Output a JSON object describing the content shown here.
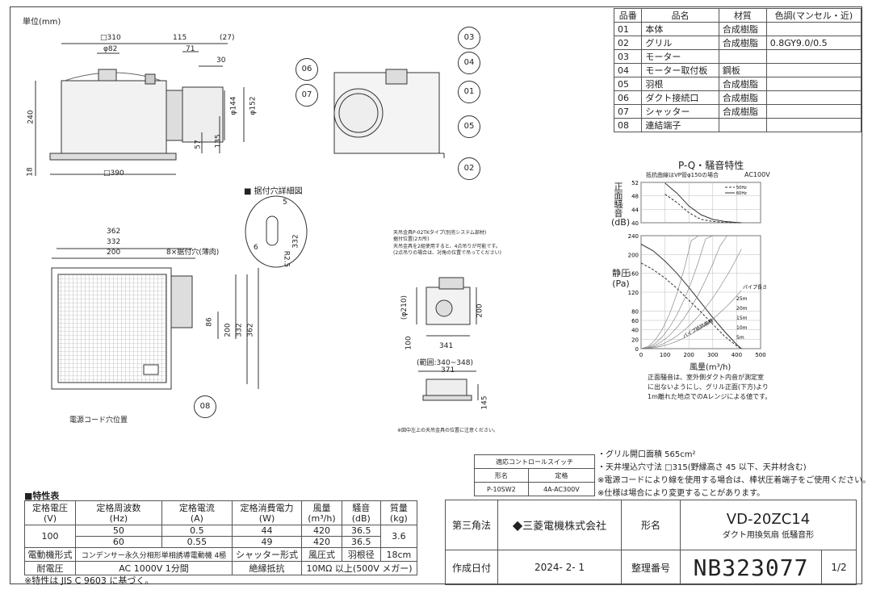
{
  "unit_label": "単位(mm)",
  "parts_table": {
    "headers": [
      "品番",
      "品名",
      "材質",
      "色調(マンセル・近)"
    ],
    "rows": [
      [
        "01",
        "本体",
        "合成樹脂",
        ""
      ],
      [
        "02",
        "グリル",
        "合成樹脂",
        "0.8GY9.0/0.5"
      ],
      [
        "03",
        "モーター",
        "",
        ""
      ],
      [
        "04",
        "モーター取付板",
        "鋼板",
        ""
      ],
      [
        "05",
        "羽根",
        "合成樹脂",
        ""
      ],
      [
        "06",
        "ダクト接続口",
        "合成樹脂",
        ""
      ],
      [
        "07",
        "シャッター",
        "合成樹脂",
        ""
      ],
      [
        "08",
        "連結端子",
        "",
        ""
      ]
    ]
  },
  "dims": {
    "d310": "□310",
    "d82": "φ82",
    "d115": "115",
    "d27": "(27)",
    "d71": "71",
    "d30": "30",
    "d240": "240",
    "d18": "18",
    "d144": "φ144",
    "d152": "φ152",
    "d57": "57",
    "d135": "135",
    "d390": "□390",
    "d362": "362",
    "d332": "332",
    "d200": "200",
    "d86": "86",
    "v200": "200",
    "v332": "332",
    "v362": "362"
  },
  "labels": {
    "mount_holes": "8×据付穴(薄肉)",
    "cord_hole": "電源コード穴位置",
    "detail_title": "■ 据付穴詳細図",
    "det5": "5",
    "det6": "6",
    "det_r": "R2.5",
    "det332": "332"
  },
  "balloons": [
    "03",
    "04",
    "06",
    "07",
    "01",
    "05",
    "02",
    "08"
  ],
  "bracket": {
    "note": [
      "天吊金具P-02TKタイプ(別売システム部材)",
      "据付位置(2カ所)",
      "天吊金具を2組使用すると、4点吊りが可能です。",
      "(2点吊りの場合は、対角の位置で吊ってください)"
    ],
    "d210": "(φ210)",
    "d200": "200",
    "d100": "100",
    "d341": "341",
    "range": "(範囲:340~348)",
    "d371": "371",
    "d145": "145",
    "foot": "※図中左上の天吊金具の位置に注意ください。"
  },
  "chart_data": {
    "type": "line",
    "title": "P-Q・騒音特性",
    "subtitle": "抵抗曲線はVP管φ150の場合",
    "power": "AC100V",
    "legend": [
      "50Hz",
      "60Hz"
    ],
    "noise": {
      "ylabel": "正面騒音(dB)",
      "yticks": [
        40,
        44,
        48,
        52
      ],
      "ylim": [
        40,
        52
      ],
      "series": [
        {
          "name": "50Hz",
          "x": [
            100,
            150,
            200,
            250,
            300,
            350,
            400,
            420
          ],
          "y": [
            48.5,
            46,
            43,
            41,
            40.4,
            40.1,
            40.0,
            40.0
          ]
        },
        {
          "name": "60Hz",
          "x": [
            100,
            150,
            200,
            250,
            300,
            350,
            400,
            420
          ],
          "y": [
            51.8,
            48.8,
            45,
            42.4,
            41,
            40.4,
            40.1,
            40.0
          ]
        }
      ]
    },
    "pressure": {
      "xlabel": "風量(m³/h)",
      "ylabel": "静圧(Pa)",
      "xticks": [
        0,
        100,
        200,
        300,
        400,
        500
      ],
      "yticks": [
        0,
        20,
        40,
        60,
        80,
        120,
        160,
        200,
        240
      ],
      "xlim": [
        0,
        500
      ],
      "ylim": [
        0,
        240
      ],
      "series": [
        {
          "name": "50Hz",
          "x": [
            0,
            50,
            100,
            150,
            200,
            250,
            300,
            350,
            400,
            420
          ],
          "y": [
            182,
            168,
            150,
            128,
            103,
            78,
            52,
            26,
            6,
            0
          ]
        },
        {
          "name": "60Hz",
          "x": [
            0,
            50,
            100,
            150,
            200,
            250,
            300,
            350,
            400,
            420
          ],
          "y": [
            222,
            208,
            186,
            160,
            130,
            98,
            66,
            36,
            9,
            0
          ]
        }
      ]
    },
    "pipe_label": "パイプ長さ",
    "pipe_lengths": [
      "25m",
      "20m",
      "15m",
      "10m",
      "5m"
    ],
    "pipe_curve_label": "パイプ抵抗曲線",
    "notes": [
      "正面騒音は、室外側ダクト内音が測定室",
      "に出ないようにし、グリル正面(下方)より",
      "1m離れた地点でのAレンジによる値です。"
    ]
  },
  "spec_table": {
    "title": "■特性表",
    "headers": [
      "定格電圧\n(V)",
      "定格周波数\n(Hz)",
      "定格電流\n(A)",
      "定格消費電力\n(W)",
      "風量\n(m³/h)",
      "騒音\n(dB)",
      "質量\n(kg)"
    ],
    "voltage": "100",
    "weight": "3.6",
    "rows": [
      [
        "50",
        "0.5",
        "44",
        "420",
        "36.5"
      ],
      [
        "60",
        "0.55",
        "49",
        "420",
        "36.5"
      ]
    ],
    "motor_label": "電動機形式",
    "motor": "コンデンサー永久分相形単相誘導電動機 4極",
    "shutter_label": "シャッター形式",
    "shutter": "風圧式",
    "blade_label": "羽根径",
    "blade": "18cm",
    "withstand_label": "耐電圧",
    "withstand": "AC 1000V 1分間",
    "insul_label": "絶縁抵抗",
    "insul": "10MΩ 以上(500V メガー)",
    "footnote": "※特性は JIS C 9603 に基づく。"
  },
  "switch_table": {
    "title": "適応コントロールスイッチ",
    "h1": "形名",
    "h2": "定格",
    "model": "P-10SW2",
    "rating": "4A-AC300V"
  },
  "notes": [
    "・グリル開口面積 565cm²",
    "・天井埋込穴寸法 □315(野縁高さ 45 以下、天井材含む)",
    "※電源コードにより線を使用する場合は、棒状圧着端子をご使用ください。",
    "※仕様は場合により変更することがあります。"
  ],
  "title_block": {
    "angle": "第三角法",
    "company": "三菱電機株式会社",
    "model_label": "形名",
    "model": "VD-20ZC14",
    "desc": "ダクト用換気扇 低騒音形",
    "date_label": "作成日付",
    "date": "2024- 2- 1",
    "no_label": "整理番号",
    "number": "NB323077",
    "page": "1/2"
  },
  "colors": {
    "line": "#333333",
    "grid": "#999999"
  }
}
